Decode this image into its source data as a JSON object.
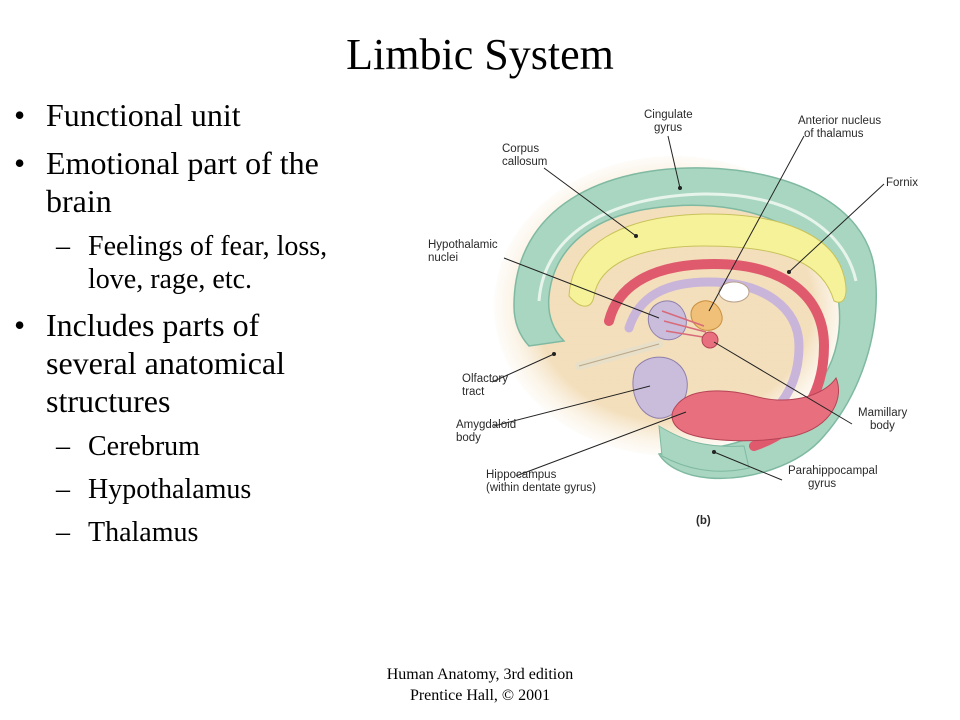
{
  "slide": {
    "title": "Limbic System",
    "bullets": [
      {
        "text": "Functional unit"
      },
      {
        "text": "Emotional part of the brain",
        "line1": "Emotional part of the",
        "line2": "brain",
        "subs": [
          {
            "line1": "Feelings of fear, loss,",
            "line2": "love, rage, etc."
          }
        ]
      },
      {
        "line1": "Includes parts of",
        "line2": "several anatomical",
        "line3": "structures",
        "subs": [
          {
            "text": "Cerebrum"
          },
          {
            "text": "Hypothalamus"
          },
          {
            "text": "Thalamus"
          }
        ]
      }
    ],
    "bullet_mark": "•",
    "dash_mark": "–"
  },
  "diagram": {
    "labels": {
      "cingulate_gyrus": [
        "Cingulate",
        "gyrus"
      ],
      "anterior_nucleus": [
        "Anterior nucleus",
        "of thalamus"
      ],
      "corpus_callosum": [
        "Corpus",
        "callosum"
      ],
      "fornix": [
        "Fornix"
      ],
      "hypothalamic_nuclei": [
        "Hypothalamic",
        "nuclei"
      ],
      "olfactory_tract": [
        "Olfactory",
        "tract"
      ],
      "amygdaloid_body": [
        "Amygdaloid",
        "body"
      ],
      "mamillary_body": [
        "Mamillary",
        "body"
      ],
      "hippocampus": [
        "Hippocampus",
        "(within dentate gyrus)"
      ],
      "parahippocampal_gyrus": [
        "Parahippocampal",
        "gyrus"
      ],
      "panel": "(b)"
    },
    "colors": {
      "cortex_green": "#a9d6c0",
      "cortex_glow": "#f1d9b0",
      "corpus_callosum": "#f5f29a",
      "fornix": "#c9b5d9",
      "fornix_red": "#e05a6e",
      "hippocampus": "#e8707e",
      "amygdala": "#c9bddb",
      "anterior_nucleus": "#f0c078"
    }
  },
  "footer": {
    "line1": "Human Anatomy, 3rd edition",
    "line2": "Prentice Hall, © 2001"
  }
}
